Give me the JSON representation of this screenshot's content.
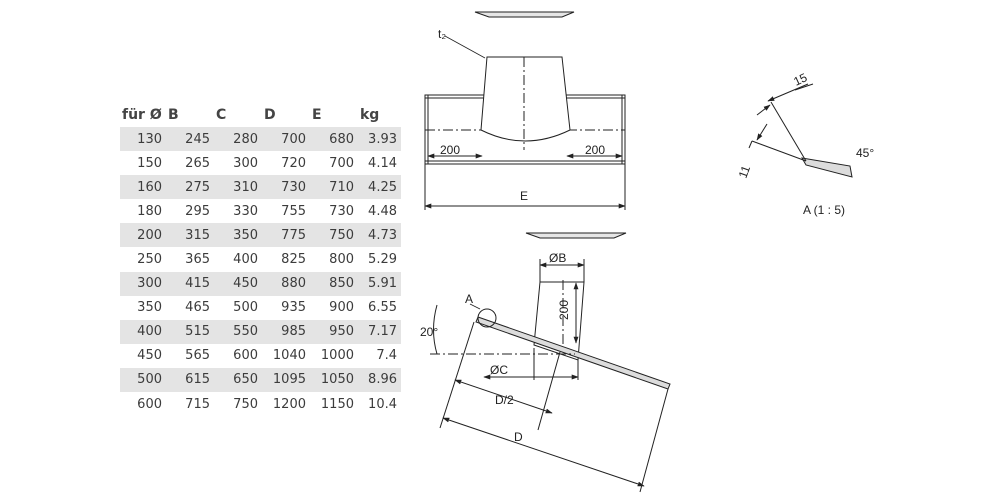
{
  "table": {
    "headers": [
      "für Ø",
      "B",
      "C",
      "D",
      "E",
      "kg"
    ],
    "rows": [
      [
        "130",
        "245",
        "280",
        "700",
        "680",
        "3.93"
      ],
      [
        "150",
        "265",
        "300",
        "720",
        "700",
        "4.14"
      ],
      [
        "160",
        "275",
        "310",
        "730",
        "710",
        "4.25"
      ],
      [
        "180",
        "295",
        "330",
        "755",
        "730",
        "4.48"
      ],
      [
        "200",
        "315",
        "350",
        "775",
        "750",
        "4.73"
      ],
      [
        "250",
        "365",
        "400",
        "825",
        "800",
        "5.29"
      ],
      [
        "300",
        "415",
        "450",
        "880",
        "850",
        "5.91"
      ],
      [
        "350",
        "465",
        "500",
        "935",
        "900",
        "6.55"
      ],
      [
        "400",
        "515",
        "550",
        "985",
        "950",
        "7.17"
      ],
      [
        "450",
        "565",
        "600",
        "1040",
        "1000",
        "7.4"
      ],
      [
        "500",
        "615",
        "650",
        "1095",
        "1050",
        "8.96"
      ],
      [
        "600",
        "715",
        "750",
        "1200",
        "1150",
        "10.4"
      ]
    ]
  },
  "drawing": {
    "top_view": {
      "t2_label": "t₂",
      "left_dim": "200",
      "right_dim": "200",
      "e_label": "E"
    },
    "side_view": {
      "b_label": "ØB",
      "height_label": "200",
      "c_label": "ØC",
      "half_d_label": "D/2",
      "d_label": "D",
      "angle_label": "20°",
      "detail_ref": "A"
    },
    "detail": {
      "dim_15": "15",
      "dim_11": "11",
      "angle_label": "45°",
      "caption": "A (1 : 5)"
    }
  }
}
